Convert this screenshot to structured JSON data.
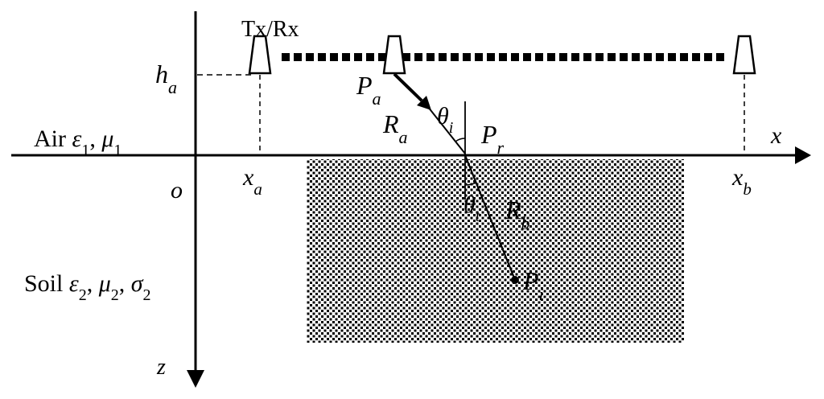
{
  "antenna_label": "Tx/Rx",
  "height_label": {
    "base": "h",
    "sub": "a"
  },
  "origin_label": "o",
  "x_axis_label": "x",
  "z_axis_label": "z",
  "xa_label": {
    "base": "x",
    "sub": "a"
  },
  "xb_label": {
    "base": "x",
    "sub": "b"
  },
  "air_medium": {
    "name": "Air",
    "eps": "ε",
    "eps_sub": "1",
    "sep": ", ",
    "mu": "μ",
    "mu_sub": "1"
  },
  "soil_medium": {
    "name": "Soil",
    "eps": "ε",
    "eps_sub": "2",
    "sep1": ", ",
    "mu": "μ",
    "mu_sub": "2",
    "sep2": ", ",
    "sigma": "σ",
    "sigma_sub": "2"
  },
  "pa_label": {
    "base": "P",
    "sub": "a"
  },
  "ra_label": {
    "base": "R",
    "sub": "a"
  },
  "theta_i_label": {
    "base": "θ",
    "sub": "i"
  },
  "pr_label": {
    "base": "P",
    "sub": "r"
  },
  "theta_t_label": {
    "base": "θ",
    "sub": "t"
  },
  "rb_label": {
    "base": "R",
    "sub": "b"
  },
  "pi_label": {
    "base": "P",
    "sub": "i"
  }
}
